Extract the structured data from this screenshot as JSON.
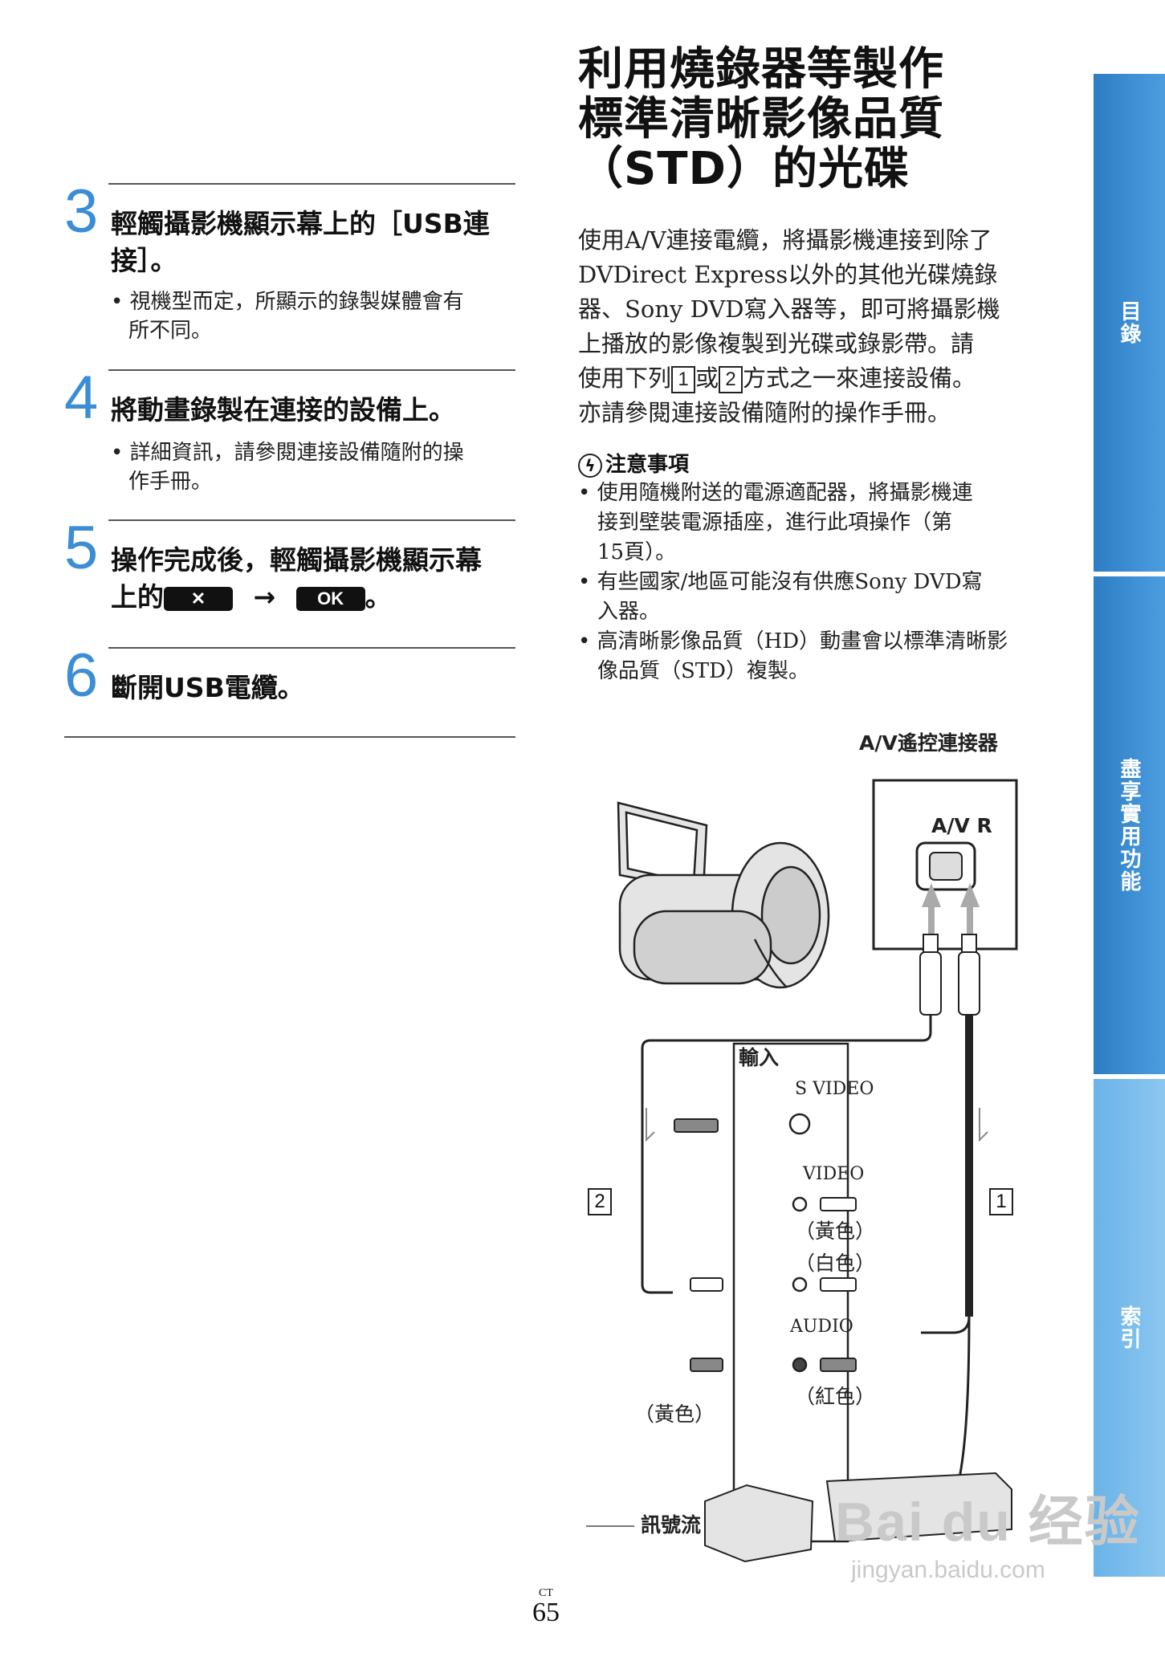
{
  "steps": [
    {
      "num": "3",
      "title": "輕觸攝影機顯示幕上的［USB連接］。",
      "title_line1": "輕觸攝影機顯示幕上的［USB連",
      "title_line2": "接］。",
      "note_line1": "• 視機型而定，所顯示的錄製媒體會有",
      "note_line2": "所不同。"
    },
    {
      "num": "4",
      "title": "將動畫錄製在連接的設備上。",
      "note_line1": "• 詳細資訊，請參閱連接設備隨附的操",
      "note_line2": "作手冊。"
    },
    {
      "num": "5",
      "title_line1": "操作完成後，輕觸攝影機顯示幕",
      "title_prefix": "上的",
      "btn_x": "✕",
      "arrow": "→",
      "btn_ok": "OK",
      "title_suffix": "。"
    },
    {
      "num": "6",
      "title": "斷開USB電纜。"
    }
  ],
  "page_title": {
    "line1": "利用燒錄器等製作",
    "line2": "標準清晰影像品質",
    "line3": "（STD）的光碟"
  },
  "intro": {
    "line1": "使用A/V連接電纜，將攝影機連接到除了",
    "line2": "DVDirect Express以外的其他光碟燒錄",
    "line3": "器、Sony DVD寫入器等，即可將攝影機",
    "line4": "上播放的影像複製到光碟或錄影帶。請",
    "line5a": "使用下列",
    "box1": "1",
    "line5b": "或",
    "box2": "2",
    "line5c": "方式之一來連接設備。",
    "line6": "亦請參閱連接設備隨附的操作手冊。"
  },
  "caution": {
    "heading": "注意事項",
    "icon": "caution-icon",
    "items": [
      {
        "l1": "• 使用隨機附送的電源適配器，將攝影機連",
        "l2": "接到壁裝電源插座，進行此項操作（第",
        "l3": "15頁）。"
      },
      {
        "l1": "• 有些國家/地區可能沒有供應Sony DVD寫",
        "l2": "入器。"
      },
      {
        "l1": "• 高清晰影像品質（HD）動畫會以標準清晰影",
        "l2": "像品質（STD）複製。"
      }
    ]
  },
  "tabs": [
    "目錄",
    "盡享實用功能",
    "索引"
  ],
  "diagram": {
    "connector_title": "A/V遙控連接器",
    "av_r": "A/V R",
    "input": "輸入",
    "s_video": "S VIDEO",
    "video": "VIDEO",
    "yellow": "（黃色）",
    "white": "（白色）",
    "audio": "AUDIO",
    "red": "（紅色）",
    "yellow2": "（黃色）",
    "box1": "1",
    "box2": "2",
    "signal_flow": "訊號流"
  },
  "page": {
    "lang": "CT",
    "number": "65"
  },
  "watermark": {
    "big": "Bai du 经验",
    "small": "jingyan.baidu.com"
  },
  "colors": {
    "step_number": "#3b8dd6",
    "tab": "#3b8dd6"
  }
}
